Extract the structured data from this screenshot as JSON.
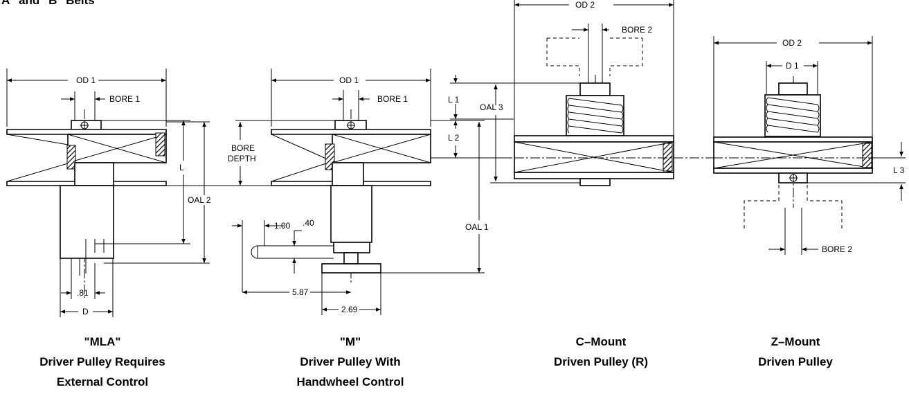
{
  "header": {
    "text": "A\" and \"B\" Belts"
  },
  "pulleys": [
    {
      "lines": [
        "\"MLA\"",
        "Driver Pulley Requires",
        "External Control"
      ]
    },
    {
      "lines": [
        "\"M\"",
        "Driver Pulley With",
        "Handwheel Control"
      ]
    },
    {
      "lines": [
        "C–Mount",
        "Driven Pulley (R)"
      ]
    },
    {
      "lines": [
        "Z–Mount",
        "Driven Pulley"
      ]
    }
  ],
  "labels": {
    "od1": "OD 1",
    "od2": "OD 2",
    "bore1": "BORE 1",
    "bore2": "BORE 2",
    "d1": "D 1",
    "bore_depth_1": "BORE",
    "bore_depth_2": "DEPTH",
    "l": "L",
    "l1": "L 1",
    "l2": "L 2",
    "l3": "L 3",
    "oal1": "OAL 1",
    "oal2": "OAL 2",
    "oal3": "OAL 3",
    "d": "D",
    "dim_81": ".81",
    "dim_100": "1.00",
    "dim_40": ".40",
    "dim_587": "5.87",
    "dim_269": "2.69"
  }
}
